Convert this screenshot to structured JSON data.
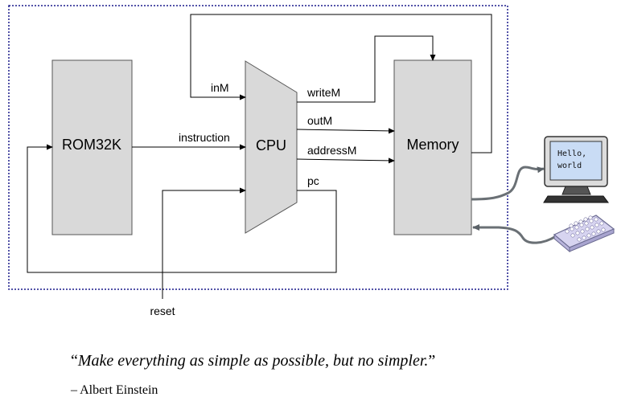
{
  "diagram": {
    "blocks": {
      "rom": "ROM32K",
      "cpu": "CPU",
      "memory": "Memory"
    },
    "signals": {
      "instruction": "instruction",
      "inM": "inM",
      "writeM": "writeM",
      "outM": "outM",
      "addressM": "addressM",
      "pc": "pc",
      "reset": "reset"
    },
    "screen_text": [
      "Hello,",
      "world"
    ],
    "icons": [
      "monitor-icon",
      "keyboard-icon"
    ],
    "colors": {
      "block_fill": "#d9d9d9",
      "boundary": "#1a1a8c",
      "cable": "#6a7075",
      "screen": "#c9dcf5"
    }
  },
  "quote": {
    "open": "“",
    "text": "Make everything as simple as possible, but no simpler.",
    "close": "”",
    "attribution": "– Albert Einstein"
  }
}
